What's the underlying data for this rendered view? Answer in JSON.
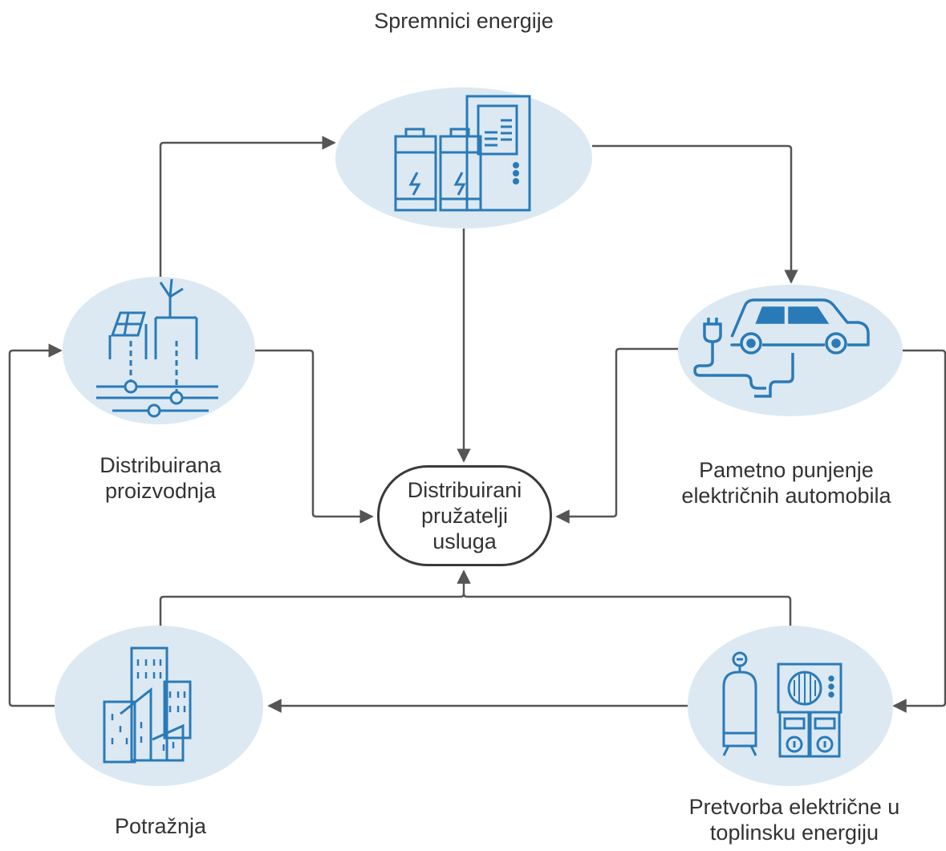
{
  "nodes": {
    "storage": {
      "label": "Spremnici energije",
      "icon": "battery-storage-icon"
    },
    "generation": {
      "label_lines": [
        "Distribuirana",
        "proizvodnja"
      ],
      "icon": "solar-wind-generation-icon"
    },
    "ev": {
      "label_lines": [
        "Pametno punjenje",
        "električnih automobila"
      ],
      "icon": "electric-car-charging-icon"
    },
    "demand": {
      "label": "Potražnja",
      "icon": "city-buildings-icon"
    },
    "heat": {
      "label_lines": [
        "Pretvorba električne u",
        "toplinsku energiju"
      ],
      "icon": "heat-pump-icon"
    },
    "center": {
      "label_lines": [
        "Distribuirani",
        "pružatelji",
        "usluga"
      ]
    }
  },
  "colors": {
    "circle_fill": "#dce9f2",
    "icon_stroke": "#2a7ab8",
    "arrow": "#555555",
    "text": "#333333"
  }
}
